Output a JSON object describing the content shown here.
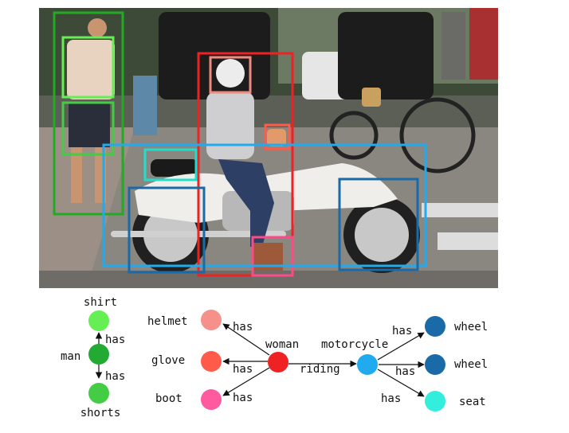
{
  "scene": {
    "boxes": [
      {
        "name": "box-man",
        "color": "#22aa22"
      },
      {
        "name": "box-shirt",
        "color": "#66ee55"
      },
      {
        "name": "box-shorts",
        "color": "#44cc44"
      },
      {
        "name": "box-woman",
        "color": "#ee2222"
      },
      {
        "name": "box-helmet",
        "color": "#f08a80"
      },
      {
        "name": "box-glove",
        "color": "#ff5a4a"
      },
      {
        "name": "box-boot",
        "color": "#ff4a88"
      },
      {
        "name": "box-motorcycle",
        "color": "#22aaee"
      },
      {
        "name": "box-seat",
        "color": "#22ddcc"
      },
      {
        "name": "box-front-wheel",
        "color": "#1a6aa8"
      },
      {
        "name": "box-rear-wheel",
        "color": "#1a6aa8"
      }
    ]
  },
  "graph": {
    "nodes": {
      "shirt": {
        "label": "shirt",
        "color": "#66ee55"
      },
      "man": {
        "label": "man",
        "color": "#22aa33"
      },
      "shorts": {
        "label": "shorts",
        "color": "#44cc44"
      },
      "helmet": {
        "label": "helmet",
        "color": "#f5908a"
      },
      "glove": {
        "label": "glove",
        "color": "#ff5a4a"
      },
      "boot": {
        "label": "boot",
        "color": "#ff5aa0"
      },
      "woman": {
        "label": "woman",
        "color": "#ee2222"
      },
      "motorcycle": {
        "label": "motorcycle",
        "color": "#22aaee"
      },
      "wheel1": {
        "label": "wheel",
        "color": "#1a6aa8"
      },
      "wheel2": {
        "label": "wheel",
        "color": "#1a6aa8"
      },
      "seat": {
        "label": "seat",
        "color": "#33eedd"
      }
    },
    "edges": {
      "man_shirt": "has",
      "man_shorts": "has",
      "woman_helmet": "has",
      "woman_glove": "has",
      "woman_boot": "has",
      "woman_motorcycle": "riding",
      "motorcycle_wheel1": "has",
      "motorcycle_wheel2": "has",
      "motorcycle_seat": "has"
    }
  }
}
